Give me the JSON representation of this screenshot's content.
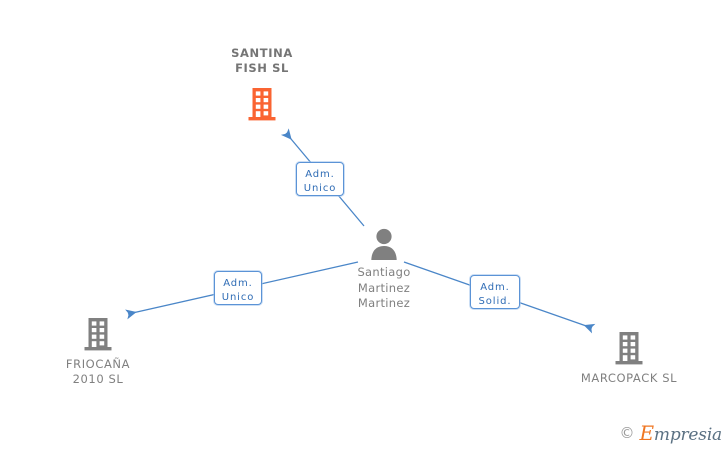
{
  "diagram": {
    "title_node": {
      "name": "SANTINA\nFISH  SL",
      "icon": "building-icon",
      "icon_color": "#fa6432"
    },
    "person": {
      "name": "Santiago\nMartinez\nMartinez",
      "icon": "person-icon",
      "icon_color": "#808080"
    },
    "companies": [
      {
        "id": "friocana",
        "name": "FRIOCAÑA\n2010 SL",
        "icon": "building-icon",
        "icon_color": "#808080"
      },
      {
        "id": "marcopack",
        "name": "MARCOPACK SL",
        "icon": "building-icon",
        "icon_color": "#808080"
      }
    ],
    "relations": [
      {
        "id": "rel-santina",
        "label": "Adm.\nUnico"
      },
      {
        "id": "rel-friocana",
        "label": "Adm.\nUnico"
      },
      {
        "id": "rel-marcopack",
        "label": "Adm.\nSolid."
      }
    ],
    "edge_color": "#4a86c8"
  },
  "watermark": {
    "copyright": "©",
    "brand_first": "E",
    "brand_rest": "mpresia"
  }
}
